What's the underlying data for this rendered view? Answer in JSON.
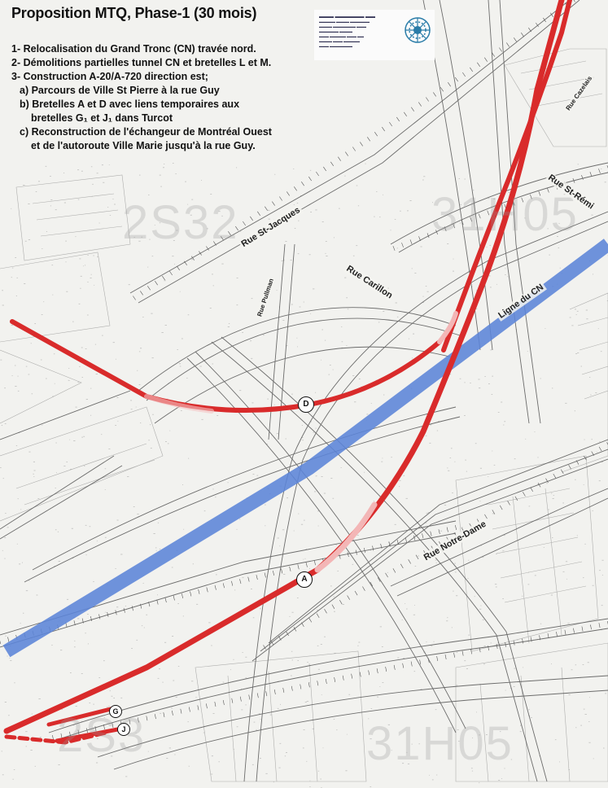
{
  "title": "Proposition MTQ, Phase-1 (30 mois)",
  "legend": {
    "line1": "1- Relocalisation du Grand Tronc (CN) travée nord.",
    "line2": "2- Démolitions partielles tunnel CN et bretelles L et M.",
    "line3": "3- Construction A-20/A-720 direction est;",
    "line3a": "a) Parcours de Ville St Pierre à la rue Guy",
    "line3b_1": "b) Bretelles A et D avec liens temporaires aux",
    "line3b_2": "bretelles G₁ et J₁ dans Turcot",
    "line3c_1": "c) Reconstruction de l'échangeur de Montréal Ouest",
    "line3c_2": "et de l'autoroute Ville Marie jusqu'à la rue Guy."
  },
  "streets": {
    "st_jacques": "Rue St-Jacques",
    "carillon": "Rue Carillon",
    "pullman": "Rue Pullman",
    "ligne_cn": "Ligne du CN",
    "st_remi": "Rue St-Rémi",
    "cazelais": "Rue Cazelais",
    "notre_dame": "Rue Notre-Dame"
  },
  "markers": {
    "d": "D",
    "a": "A",
    "g": "G",
    "j": "J"
  },
  "background_numbers": {
    "top": "2S32",
    "top_right": "31H05",
    "bottom": "2S3",
    "bottom_right": "31H05"
  },
  "colors": {
    "proposed_route": "#d92b2b",
    "rail_line": "#5b84d8",
    "map_lines": "#444444"
  }
}
